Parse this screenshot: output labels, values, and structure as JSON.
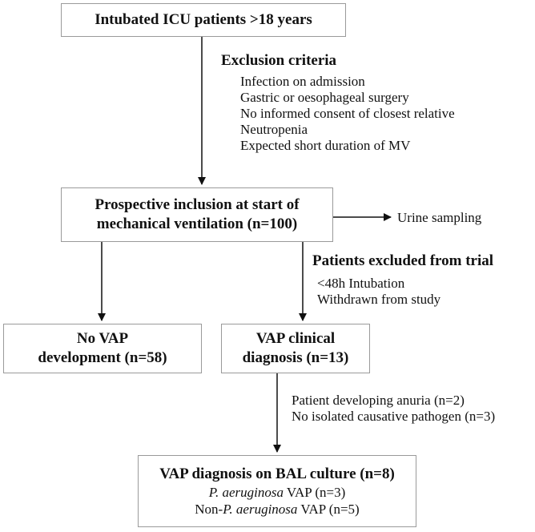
{
  "boxes": {
    "start": "Intubated ICU patients >18 years",
    "inclusion_line1": "Prospective inclusion at start of",
    "inclusion_line2": "mechanical ventilation (n=100)",
    "no_vap_line1": "No VAP",
    "no_vap_line2": "development (n=58)",
    "vap_clinical_line1": "VAP clinical",
    "vap_clinical_line2": "diagnosis  (n=13)",
    "bal_title": "VAP diagnosis on BAL culture (n=8)",
    "bal_line2_italic": "P. aeruginosa",
    "bal_line2_rest": " VAP (n=3)",
    "bal_line3_prefix": "Non-",
    "bal_line3_italic": "P. aeruginosa",
    "bal_line3_rest": " VAP (n=5)"
  },
  "exclusion": {
    "heading": "Exclusion criteria",
    "items": [
      "Infection on admission",
      "Gastric or oesophageal surgery",
      "No informed consent of closest relative",
      "Neutropenia",
      "Expected short duration of MV"
    ]
  },
  "urine": "Urine sampling",
  "excluded_trial": {
    "heading": "Patients excluded from trial",
    "items": [
      "<48h Intubation",
      "Withdrawn from study"
    ]
  },
  "bal_exclusions": [
    "Patient developing anuria (n=2)",
    "No isolated causative pathogen (n=3)"
  ]
}
